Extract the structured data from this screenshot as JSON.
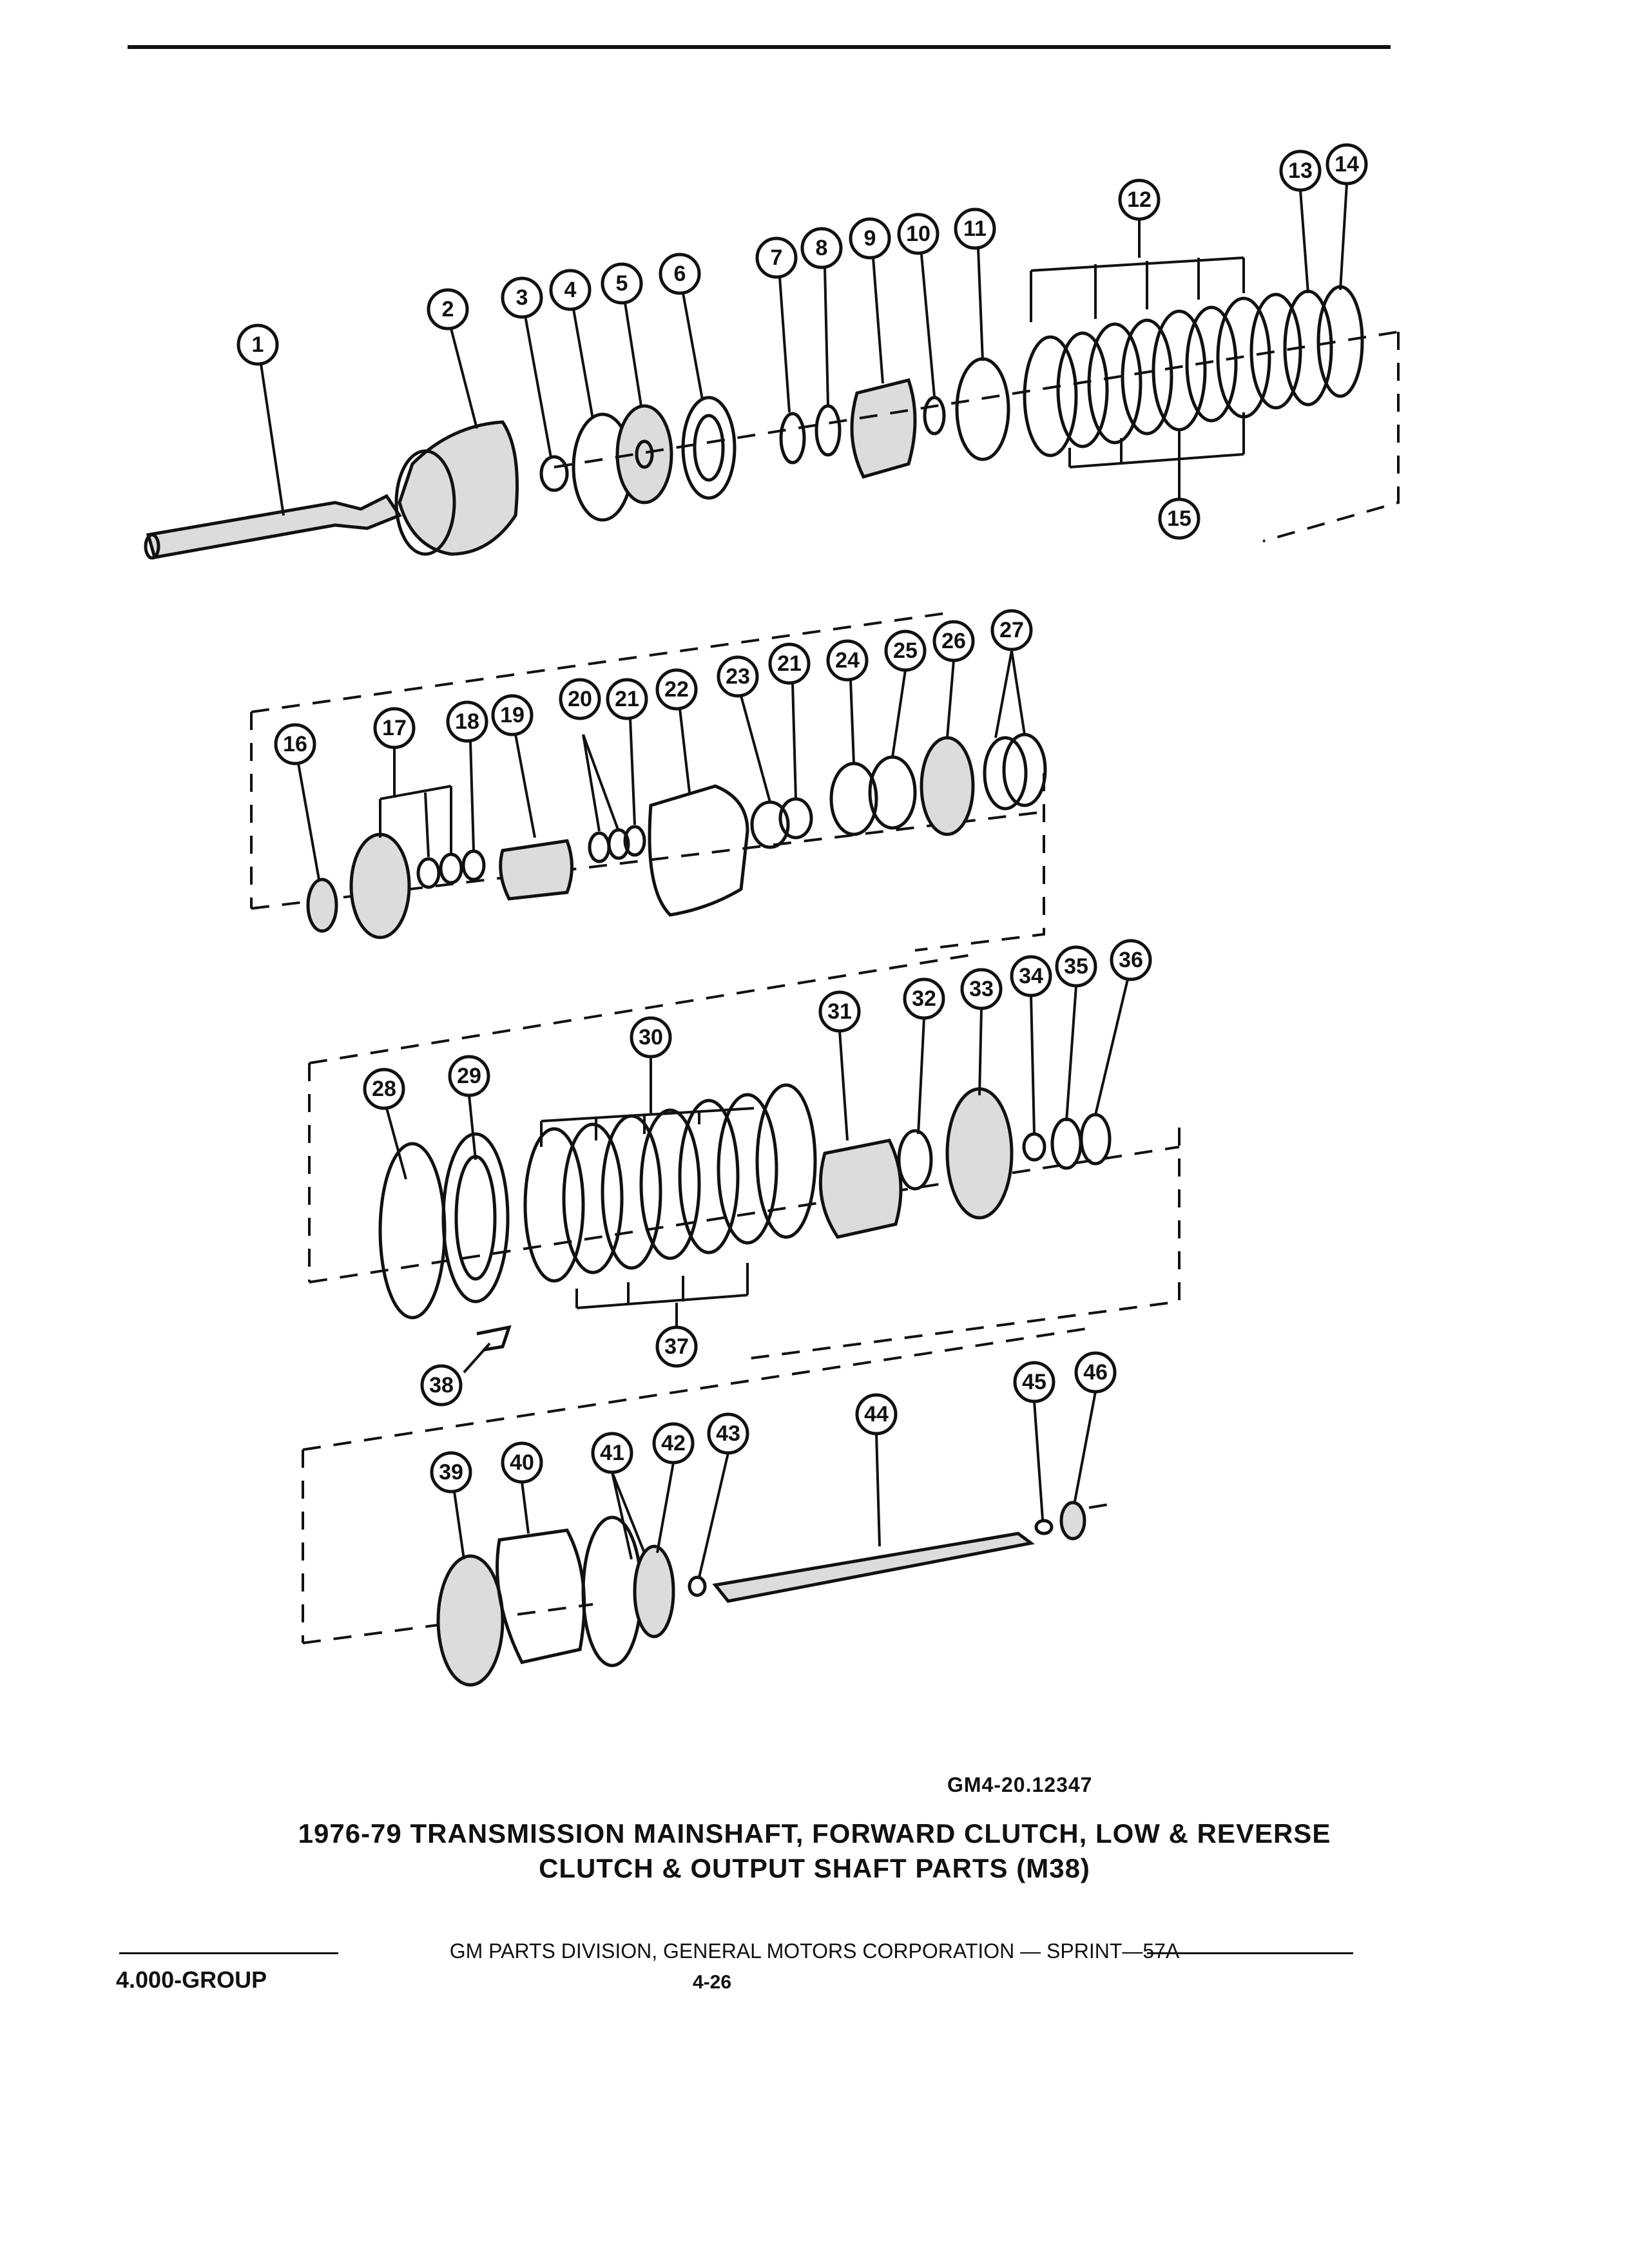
{
  "callouts": [
    "1",
    "2",
    "3",
    "4",
    "5",
    "6",
    "7",
    "8",
    "9",
    "10",
    "11",
    "12",
    "13",
    "14",
    "15",
    "16",
    "17",
    "18",
    "19",
    "20",
    "21",
    "22",
    "23",
    "21",
    "24",
    "25",
    "26",
    "27",
    "28",
    "29",
    "30",
    "31",
    "32",
    "33",
    "34",
    "35",
    "36",
    "37",
    "38",
    "39",
    "40",
    "41",
    "42",
    "43",
    "44",
    "45",
    "46"
  ],
  "reference_code": "GM4-20.12347",
  "title_line1": "1976-79 TRANSMISSION MAINSHAFT, FORWARD CLUTCH, LOW & REVERSE",
  "title_line2": "CLUTCH & OUTPUT SHAFT PARTS (M38)",
  "footer": "GM PARTS DIVISION, GENERAL MOTORS CORPORATION — SPRINT—57A",
  "group": "4.000-GROUP",
  "page": "4-26"
}
